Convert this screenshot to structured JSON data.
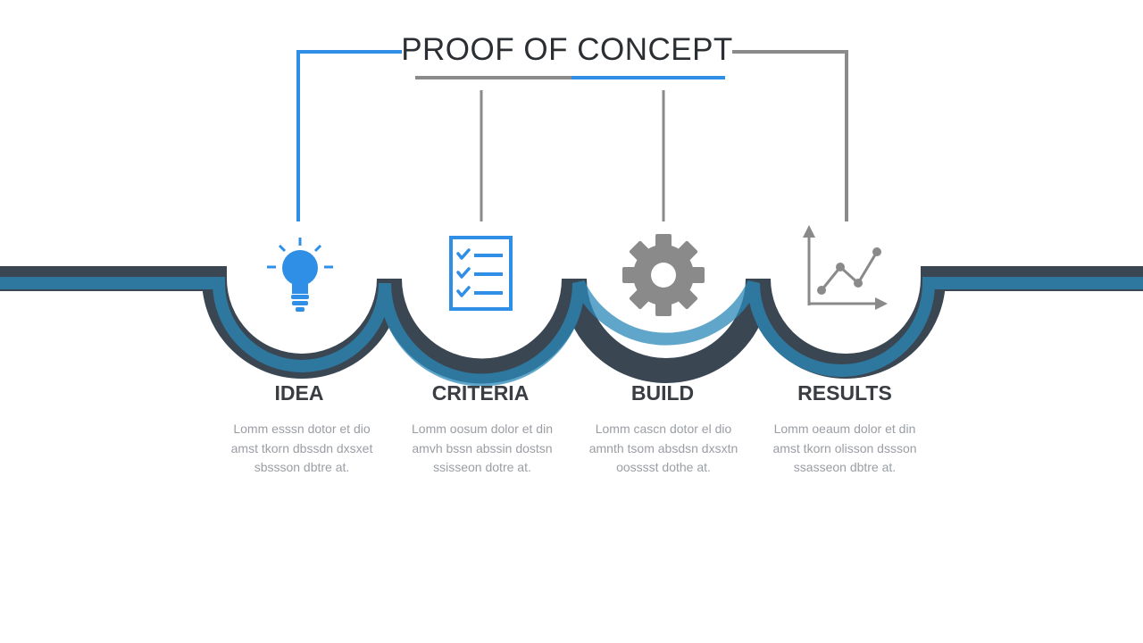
{
  "title": "PROOF OF CONCEPT",
  "colors": {
    "blue": "#2f8fe6",
    "gray": "#8a8a8a",
    "dark": "#3a4652",
    "teal": "#2b88b8",
    "text_dark": "#3a3d42",
    "text_light": "#9a9ea3"
  },
  "steps": [
    {
      "label": "IDEA",
      "icon": "lightbulb-icon",
      "description": [
        "Lomm esssn dotor et dio",
        "amst tkorn dbssdn dxsxet",
        "sbssson dbtre at."
      ]
    },
    {
      "label": "CRITERIA",
      "icon": "checklist-icon",
      "description": [
        "Lomm oosum dolor et din",
        "amvh bssn abssin dostsn",
        "ssisseon dotre at."
      ]
    },
    {
      "label": "BUILD",
      "icon": "gear-icon",
      "description": [
        "Lomm cascn dotor el dio",
        "amnth tsom absdsn dxsxtn",
        "oosssst dothe at."
      ]
    },
    {
      "label": "RESULTS",
      "icon": "growth-chart-icon",
      "description": [
        "Lomm oeaum dolor et din",
        "amst tkorn olisson dssson",
        "ssasseon dbtre at."
      ]
    }
  ]
}
